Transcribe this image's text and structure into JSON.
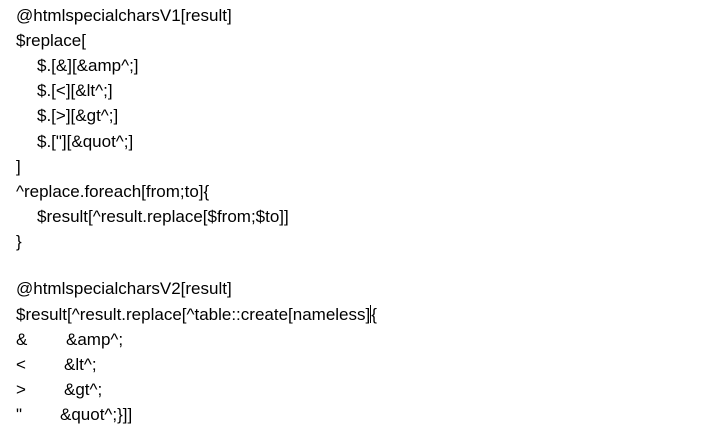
{
  "block1": {
    "lines": [
      "@htmlspecialcharsV1[result]",
      "$replace[",
      "$.[&][&amp^;]",
      "$.[<][&lt^;]",
      "$.[>][&gt^;]",
      "$.[\"][&quot^;]",
      "]",
      "^replace.foreach[from;to]{",
      "$result[^result.replace[$from;$to]]",
      "}"
    ]
  },
  "block2": {
    "header": "@htmlspecialcharsV2[result]",
    "call_before_caret": "$result[^result.replace[^table::create[nameless]",
    "call_after_caret": "{",
    "rows": [
      {
        "from": "&",
        "to": "&amp^;"
      },
      {
        "from": "<",
        "to": "&lt^;"
      },
      {
        "from": ">",
        "to": "&gt^;"
      },
      {
        "from": "\"",
        "to": "&quot^;}]]"
      }
    ]
  }
}
